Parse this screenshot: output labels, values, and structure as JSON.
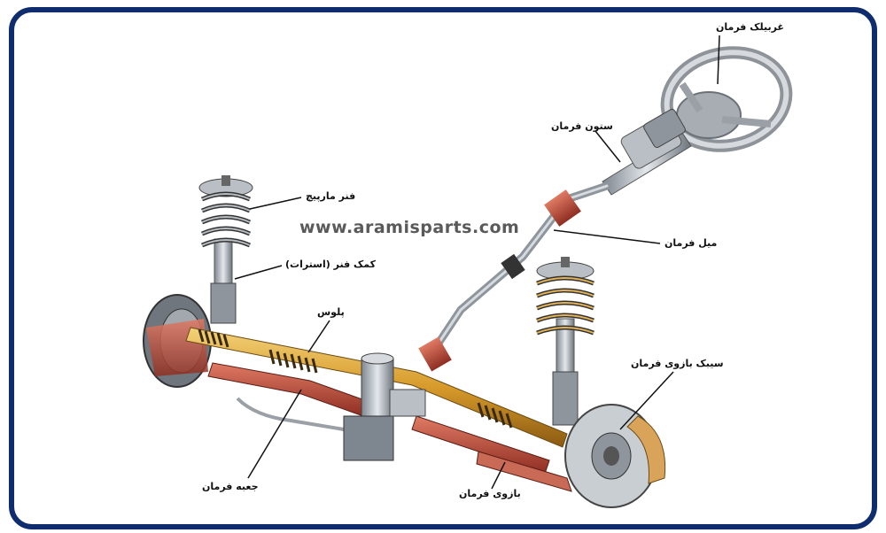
{
  "watermark": "www.aramisparts.com",
  "labels": {
    "steering_wheel": "غربیلک فرمان",
    "steering_column": "ستون فرمان",
    "steering_shaft": "میل فرمان",
    "coil_spring": "فنر مارپیچ",
    "shock_absorber": "کمک فنر (استرات)",
    "bellows": "پلوس",
    "tie_rod_end": "سیبک بازوی فرمان",
    "steering_box": "جعبه فرمان",
    "steering_arm": "بازوی فرمان"
  },
  "colors": {
    "frame": "#0f2d6e",
    "rack": "#e0a830",
    "red_parts": "#c04a3a",
    "metal": "#9aa0a8"
  }
}
